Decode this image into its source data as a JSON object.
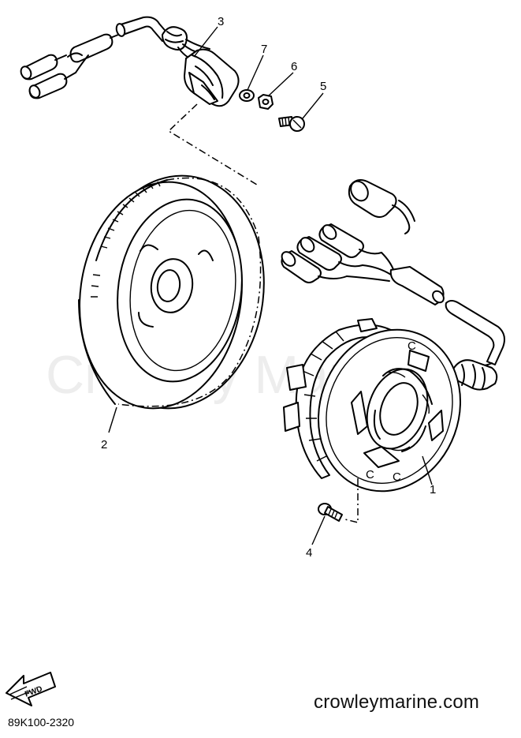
{
  "watermark": "Crowley Marine",
  "site_url": "crowleymarine.com",
  "diagram_code": "89K100-2320",
  "fwd_label": "FWD",
  "parts": [
    {
      "callout": "1"
    },
    {
      "callout": "2"
    },
    {
      "callout": "3"
    },
    {
      "callout": "4"
    },
    {
      "callout": "5"
    },
    {
      "callout": "6"
    },
    {
      "callout": "7"
    }
  ],
  "stator_marks": [
    "C",
    "C",
    "C"
  ]
}
